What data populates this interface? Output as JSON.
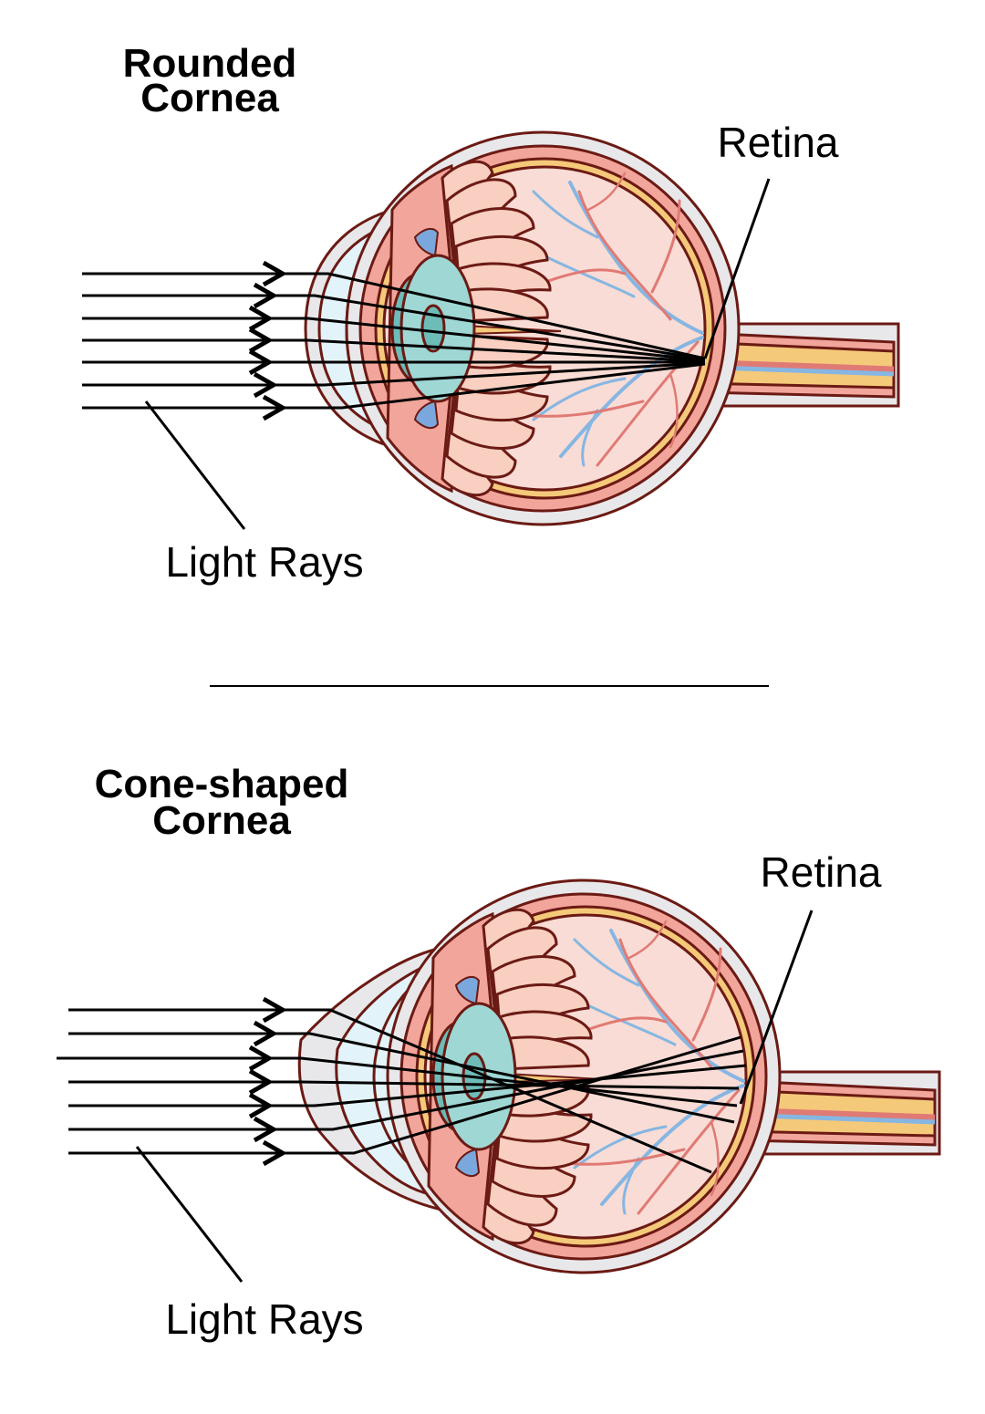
{
  "diagram": {
    "top_panel": {
      "title_line1": "Rounded",
      "title_line2": "Cornea",
      "retina_label": "Retina",
      "light_label": "Light Rays",
      "ray_count": 7,
      "focus": "on retina"
    },
    "bottom_panel": {
      "title_line1": "Cone-shaped",
      "title_line2": "Cornea",
      "retina_label": "Retina",
      "light_label": "Light Rays",
      "ray_count": 7,
      "focus": "in front of retina (scattered)"
    },
    "colors": {
      "outline": "#6b1a14",
      "sclera": "#e8e8ea",
      "choroid": "#f2a59b",
      "retina_layer": "#f5c97a",
      "vitreous": "#f9dcd5",
      "ciliary": "#f8cfc0",
      "lens": "#9fd7d4",
      "lens_dark": "#6dbcb8",
      "cornea": "#e2f3f9",
      "iris_blue": "#7aa8dc",
      "vein": "#86b6e2",
      "artery": "#e07a74",
      "ray": "#000000"
    }
  }
}
